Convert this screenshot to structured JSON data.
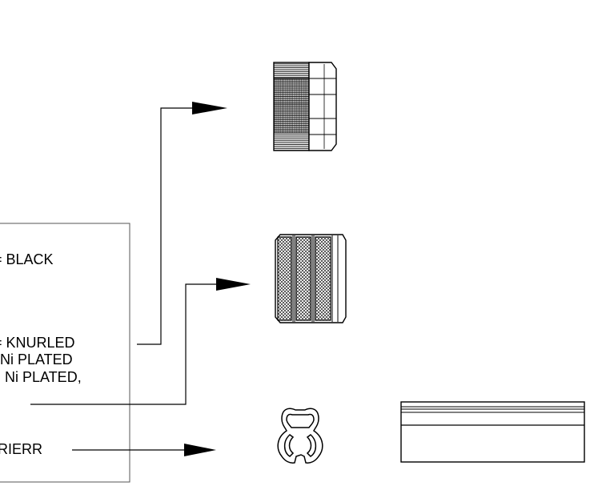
{
  "labels": {
    "black": "= BLACK",
    "knurled": "= KNURLED",
    "ni_plated": "Ni PLATED",
    "ni_plated_2": ", Ni PLATED,",
    "rierr": "RIERR"
  }
}
